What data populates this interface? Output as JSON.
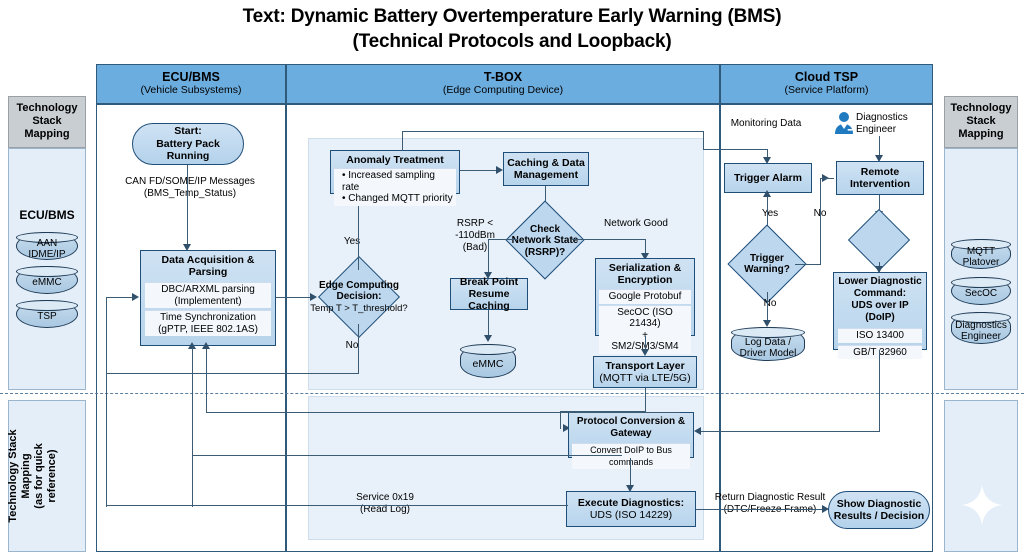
{
  "title": {
    "line1": "Text: Dynamic Battery Overtemperature Early Warning (BMS)",
    "line2": "(Technical Protocols and Loopback)"
  },
  "lanes": [
    {
      "id": "ecu",
      "title": "ECU/BMS",
      "subtitle": "(Vehicle Subsystems)"
    },
    {
      "id": "tbox",
      "title": "T-BOX",
      "subtitle": "(Edge Computing Device)"
    },
    {
      "id": "cloud",
      "title": "Cloud TSP",
      "subtitle": "(Service Platform)"
    }
  ],
  "left_panel": {
    "header": "Technology\nStack\nMapping",
    "header_lines": [
      "Technology",
      "Stack",
      "Mapping"
    ],
    "group_label": "ECU/BMS",
    "items": [
      "AAN IDME/IP",
      "eMMC",
      "TSP"
    ]
  },
  "left_panel_bottom": {
    "label_lines": [
      "Technology Stack",
      "Mapping",
      "(as for quick",
      "reference)"
    ]
  },
  "right_panel": {
    "header_lines": [
      "Technology",
      "Stack",
      "Mapping"
    ],
    "items": [
      "MQTT\nPlatover",
      "SecOC",
      "Diagnostics\nEngineer"
    ],
    "items_lines": [
      [
        "MQTT",
        "Platover"
      ],
      [
        "SecOC"
      ],
      [
        "Diagnostics",
        "Engineer"
      ]
    ]
  },
  "nodes": {
    "start": {
      "lines": [
        "Start:",
        "Battery Pack",
        "Running"
      ]
    },
    "data_acq": {
      "header_lines": [
        "Data Acquisition &",
        "Parsing"
      ],
      "sub1_lines": [
        "DBC/ARXML parsing",
        "(Implementent)"
      ],
      "sub2_lines": [
        "Time Synchronization",
        "(gPTP, IEEE 802.1AS)"
      ]
    },
    "edge_decision": {
      "lines": [
        "Edge Computing",
        "Decision:",
        "Temp T > T_threshold?"
      ]
    },
    "anomaly": {
      "header": "Anomaly Treatment",
      "bullets": [
        "Increased sampling rate",
        "Changed MQTT priority"
      ]
    },
    "caching": {
      "lines": [
        "Caching & Data",
        "Management"
      ]
    },
    "check_network": {
      "lines": [
        "Check",
        "Network State",
        "(RSRP)?"
      ]
    },
    "break_point": {
      "lines": [
        "Break Point",
        "Resume Caching"
      ]
    },
    "emmc": {
      "label": "eMMC"
    },
    "serialization": {
      "header_lines": [
        "Serialization &",
        "Encryption"
      ],
      "sub1": "Google Protobuf",
      "sub2_lines": [
        "SecOC (ISO 21434)",
        "+",
        "SM2/SM3/SM4"
      ]
    },
    "transport": {
      "lines": [
        "Transport Layer",
        "(MQTT via LTE/5G)"
      ]
    },
    "protocol_conv": {
      "header_lines": [
        "Protocol Conversion &",
        "Gateway"
      ],
      "sub1": "Convert DoIP to Bus commands"
    },
    "execute_diag": {
      "lines": [
        "Execute Diagnostics:",
        "UDS (ISO 14229)"
      ]
    },
    "trigger_alarm": {
      "label": "Trigger Alarm"
    },
    "trigger_warning": {
      "lines": [
        "Trigger",
        "Warning?"
      ]
    },
    "log_data": {
      "lines": [
        "Log Data /",
        "Driver Model"
      ]
    },
    "remote_intervention": {
      "lines": [
        "Remote",
        "Intervention"
      ]
    },
    "cloud_diamond": {
      "label": ""
    },
    "lower_diag": {
      "header_lines": [
        "Lower Diagnostic",
        "Command:",
        "UDS over IP (DoIP)"
      ],
      "sub1": "ISO 13400",
      "sub2": "GB/T 32960"
    },
    "show_results": {
      "lines": [
        "Show Diagnostic",
        "Results / Decision"
      ]
    },
    "diag_engineer": {
      "lines": [
        "Diagnostics",
        "Engineer"
      ]
    }
  },
  "edge_labels": {
    "can_fd": {
      "lines": [
        "CAN FD/SOME/IP Messages",
        "(BMS_Temp_Status)"
      ]
    },
    "yes_edge": "Yes",
    "no_edge": "No",
    "rsrp_bad": {
      "lines": [
        "RSRP <",
        "-110dBm",
        "(Bad)"
      ]
    },
    "network_good": "Network Good",
    "monitoring_data": "Monitoring Data",
    "yes_trigger": "Yes",
    "no_trigger_right": "No",
    "no_trigger_down": "No",
    "service_0x19": {
      "lines": [
        "Service 0x19",
        "(Read Log)"
      ]
    },
    "return_result": {
      "lines": [
        "Return Diagnostic Result",
        "(DTC/Freeze Frame)"
      ]
    }
  },
  "icons": {
    "diag_engineer_avatar": "person-icon",
    "sparkle": "sparkle-icon"
  },
  "colors": {
    "lane_header": "#6caddf",
    "node_fill": "#cfe2f3",
    "node_border": "#1f4e79",
    "panel_fill": "#e4eef8",
    "panel_header": "#c9ced3",
    "connector": "#3c5c75",
    "avatar": "#1f7ac0"
  }
}
